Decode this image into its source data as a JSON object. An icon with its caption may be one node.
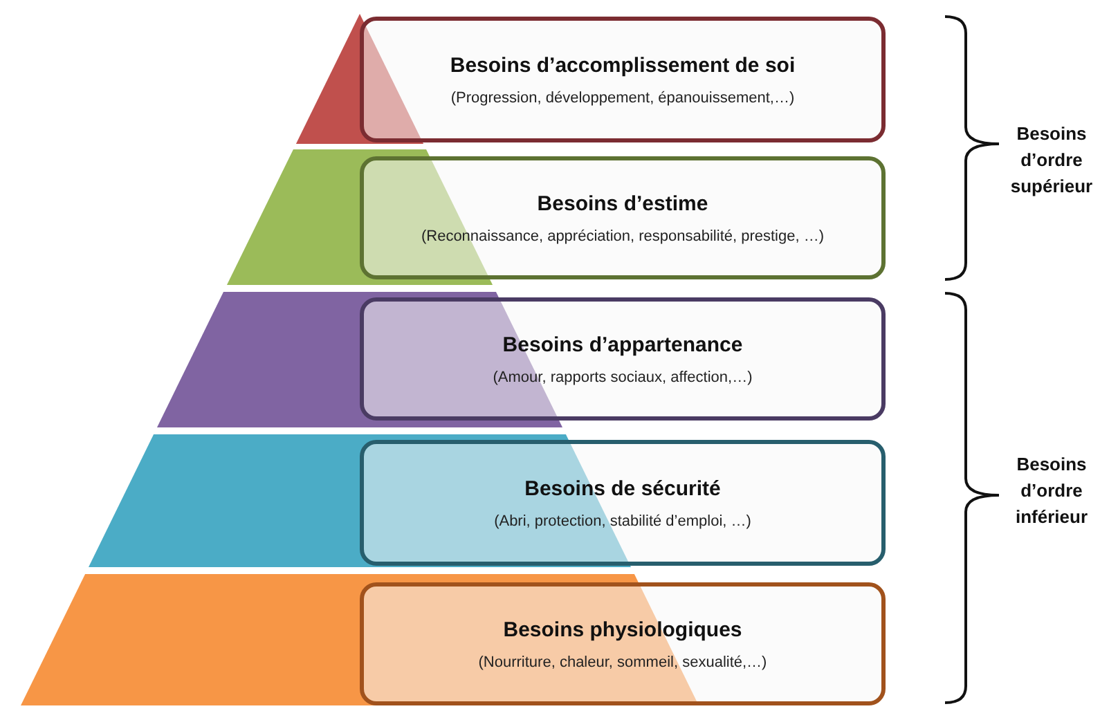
{
  "diagram": {
    "nodes": [
      {
        "text": [
          "Besoins d’accomplissement de soi",
          "(Progression, développement, épanouissement,…)"
        ]
      },
      {
        "text": [
          "Besoins d’estime",
          "(Reconnaissance, appréciation, responsabilité, prestige, …)"
        ]
      },
      {
        "text": [
          "Besoins d’appartenance",
          "(Amour, rapports sociaux, affection,…)"
        ]
      },
      {
        "text": [
          "Besoins de sécurité",
          "(Abri, protection, stabilité d’emploi, …)"
        ]
      },
      {
        "text": [
          "Besoins physiologiques",
          "(Nourriture, chaleur, sommeil, sexualité,…)"
        ]
      }
    ],
    "labels": [
      "Besoins d’ordre supérieur",
      "Besoins d’ordre inférieur"
    ]
  }
}
